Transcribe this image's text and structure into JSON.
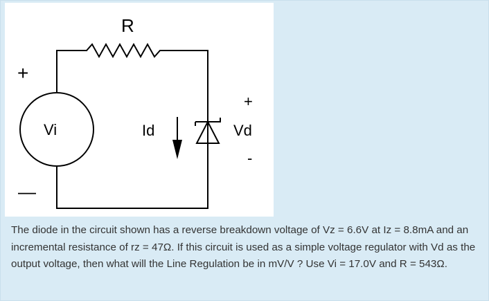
{
  "circuit": {
    "resistor_label": "R",
    "source_label": "Vi",
    "source_plus": "+",
    "source_minus": "—",
    "current_label": "Id",
    "output_label": "Vd",
    "output_plus": "+",
    "output_minus": "-"
  },
  "question": {
    "text": "The diode in the circuit shown has a reverse breakdown voltage of Vz = 6.6V at Iz = 8.8mA and an incremental resistance of rz = 47Ω. If this circuit is used as a simple voltage regulator with Vd as the output voltage, then what will the Line Regulation be in mV/V ?  Use Vi = 17.0V and R = 543Ω."
  }
}
